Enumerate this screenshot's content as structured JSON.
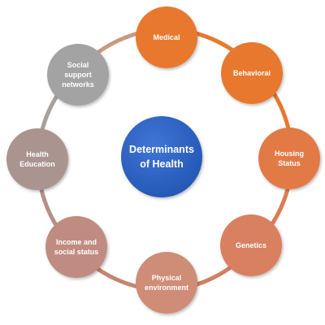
{
  "center": {
    "lines": [
      "Determinants",
      "of Health"
    ],
    "color": "#2f63c4"
  },
  "nodes": [
    {
      "id": "medical",
      "lines": [
        "Medical"
      ],
      "color": "#e8782e"
    },
    {
      "id": "behavioral",
      "lines": [
        "Behavioral"
      ],
      "color": "#e8782e"
    },
    {
      "id": "housing-status",
      "lines": [
        "Housing",
        "Status"
      ],
      "color": "#e27a45"
    },
    {
      "id": "genetics",
      "lines": [
        "Genetics"
      ],
      "color": "#d98060"
    },
    {
      "id": "physical-environment",
      "lines": [
        "Physical",
        "environment"
      ],
      "color": "#cf8c76"
    },
    {
      "id": "income-and-social-status",
      "lines": [
        "Income and",
        "social status"
      ],
      "color": "#c08c82"
    },
    {
      "id": "health-education",
      "lines": [
        "Health",
        "Education"
      ],
      "color": "#a99490"
    },
    {
      "id": "social-support-networks",
      "lines": [
        "Social",
        "support",
        "networks"
      ],
      "color": "#a3a3a3"
    }
  ]
}
